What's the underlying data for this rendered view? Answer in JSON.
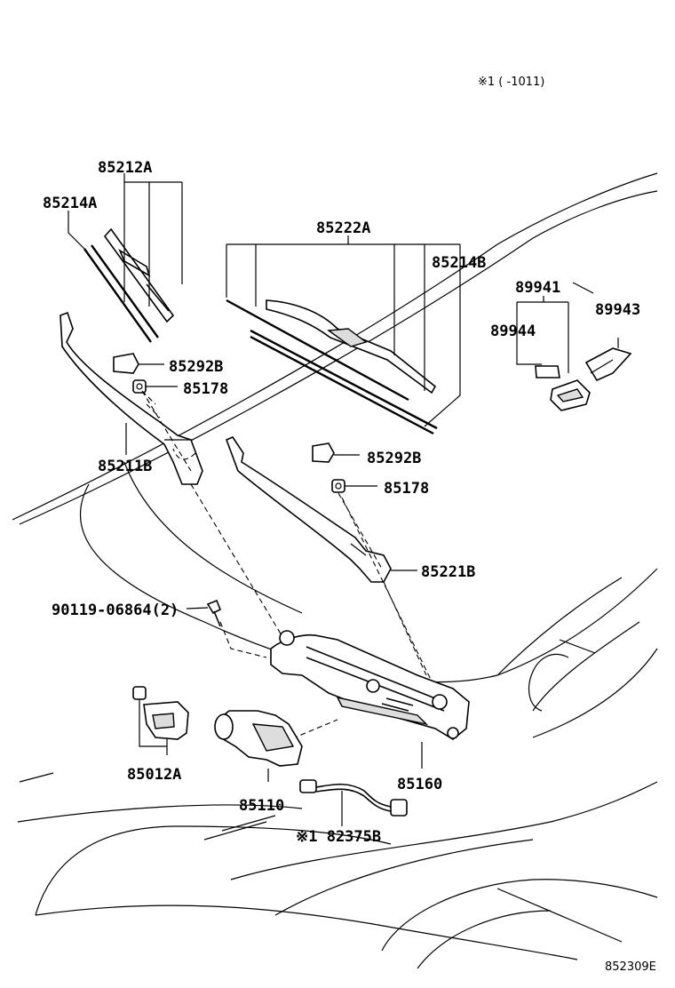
{
  "note": "※1 (      -1011)",
  "diagram_code": "852309E",
  "labels": {
    "p85212A": "85212A",
    "p85214A": "85214A",
    "p85222A": "85222A",
    "p85214B": "85214B",
    "p89941": "89941",
    "p89943": "89943",
    "p89944": "89944",
    "p85292B_1": "85292B",
    "p85178_1": "85178",
    "p85211B": "85211B",
    "p85292B_2": "85292B",
    "p85178_2": "85178",
    "p85221B": "85221B",
    "p90119": "90119-06864(2)",
    "p85012A": "85012A",
    "p85160": "85160",
    "p85110": "85110",
    "p82375B": "※1 82375B"
  }
}
